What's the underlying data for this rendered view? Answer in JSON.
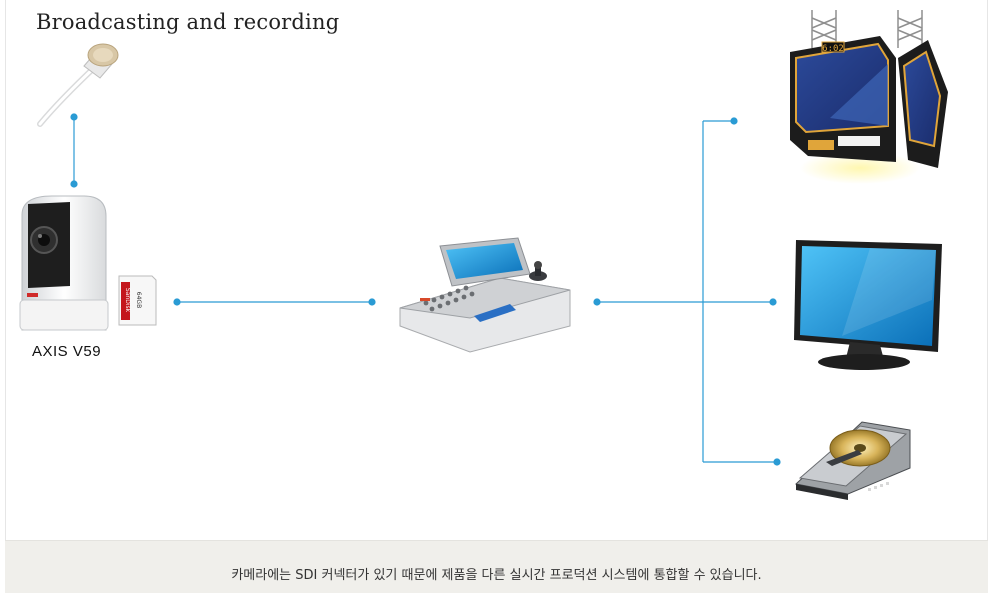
{
  "diagram": {
    "title": "Broadcasting and recording",
    "camera_label": "AXIS V59",
    "sd_card": {
      "brand": "SanDisk",
      "capacity": "64GB"
    },
    "scoreboard_display": "6:02",
    "devices": [
      {
        "icon": "microphone-icon"
      },
      {
        "icon": "ptz-camera-icon"
      },
      {
        "icon": "sd-card-icon"
      },
      {
        "icon": "video-switcher-icon"
      },
      {
        "icon": "scoreboard-icon"
      },
      {
        "icon": "monitor-icon"
      },
      {
        "icon": "hard-drive-icon"
      }
    ],
    "connector_color": "#2a9bd4",
    "accent_color": "#1a8fd0"
  },
  "caption": {
    "text": "카메라에는 SDI 커넥터가 있기 때문에 제품을 다른 실시간 프로덕션 시스템에 통합할 수 있습니다."
  }
}
